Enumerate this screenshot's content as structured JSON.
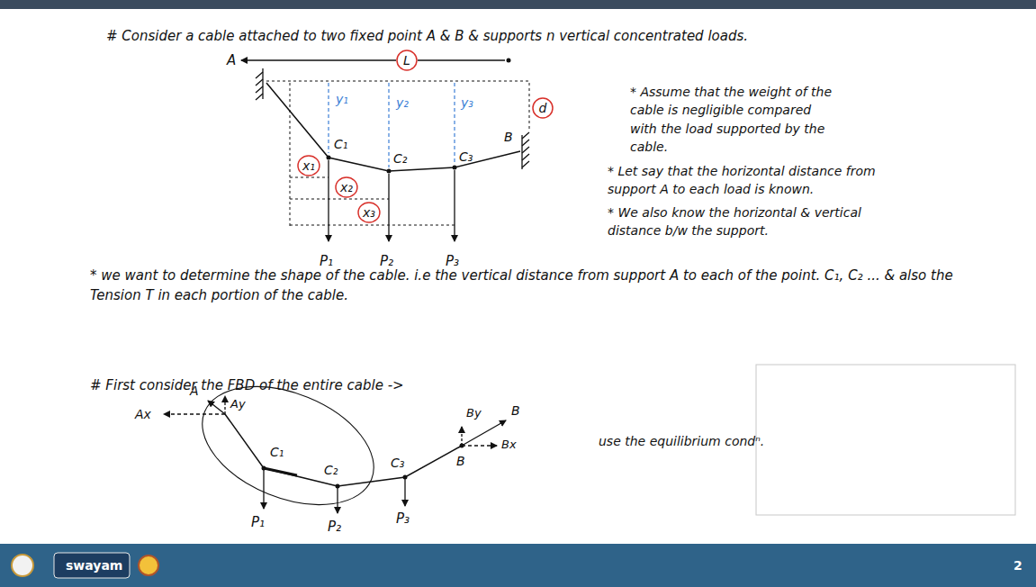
{
  "diagram": {
    "nodes": [
      {
        "text": [
          "L"
        ]
      },
      {
        "text": [
          "d"
        ]
      },
      {
        "text": [
          "x₁"
        ]
      },
      {
        "text": [
          "x₂"
        ]
      },
      {
        "text": [
          "x₃"
        ]
      }
    ],
    "labels": [
      "# Consider a cable attached to two fixed point A & B & supports n vertical concentrated loads.",
      "A",
      "y₁",
      "y₂",
      "y₃",
      "C₁",
      "C₂",
      "C₃",
      "B",
      "P₁",
      "P₂",
      "P₃",
      "* Assume that the weight of the cable is negligible compared with the load supported by the cable.",
      "* Let say that the horizontal distance from support A to each load is known.",
      "* We also know the horizontal & vertical distance b/w the support.",
      "* we want to determine the shape of the cable. i.e the vertical distance from support A to each of the point. C₁, C₂ ... & also the Tension T in each portion of the cable.",
      "# First consider the FBD of the entire cable ->",
      "A",
      "Ay",
      "Ax",
      "C₁",
      "C₂",
      "C₃",
      "P₁",
      "P₂",
      "P₃",
      "By",
      "B",
      "B",
      "Bx",
      "use the equilibrium condⁿ.",
      "swayam",
      "2"
    ]
  }
}
